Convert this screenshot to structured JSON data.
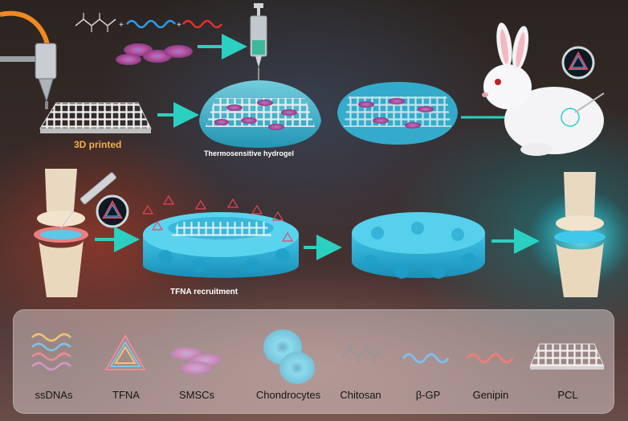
{
  "labels": {
    "printed": "3D printed",
    "hydrogel": "Thermosensitive hydrogel",
    "recruitment": "TFNA recruitment"
  },
  "legend": [
    {
      "label": "ssDNAs"
    },
    {
      "label": "TFNA"
    },
    {
      "label": "SMSCs"
    },
    {
      "label": "Chondrocytes"
    },
    {
      "label": "Chitosan"
    },
    {
      "label": "β-GP"
    },
    {
      "label": "Genipin"
    },
    {
      "label": "PCL"
    }
  ],
  "colors": {
    "printed_label": "#f2b04a",
    "hydrogel": "#39c6e0",
    "arrow": "#2bd0c0",
    "beta_gp": "#2a9df0",
    "genipin": "#e8302a",
    "cells": "#b0509a",
    "tfna": "#e8455a"
  }
}
